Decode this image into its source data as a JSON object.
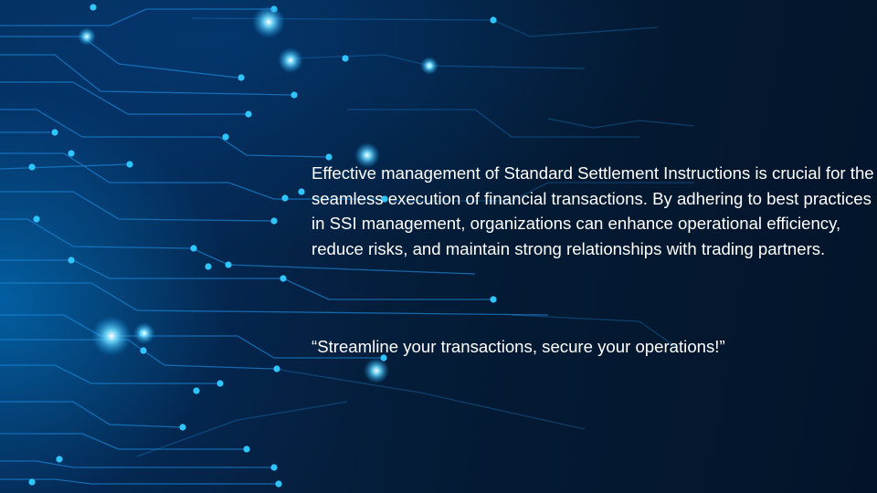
{
  "slide": {
    "body_text": "Effective management of Standard Settlement Instructions is crucial for the seamless execution of financial transactions. By adhering to best practices in SSI management, organizations can enhance operational efficiency, reduce risks, and maintain strong relationships with trading partners.",
    "quote": "“Streamline your transactions, secure your operations!”",
    "background": "circuit-board-background",
    "colors": {
      "text": "#ffffff",
      "glow": "#2fc6ff",
      "trace": "#1a7fd0",
      "base": "#041a33"
    }
  }
}
